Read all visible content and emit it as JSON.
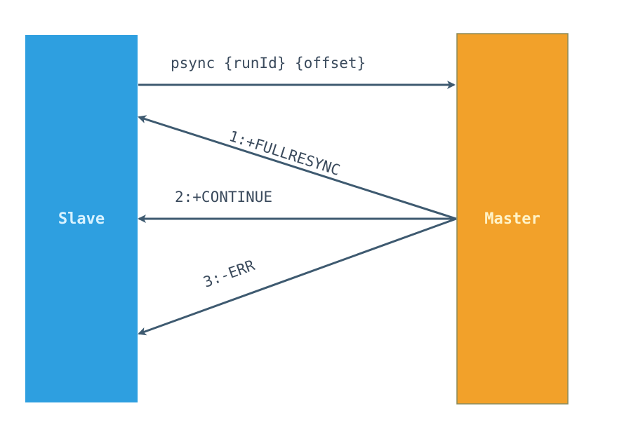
{
  "colors": {
    "slave_fill": "#2e9fe0",
    "slave_text": "#d8f2ff",
    "master_fill": "#f2a12a",
    "master_border": "#8a8a5a",
    "master_text": "#fff3c8",
    "arrow": "#3e5a70",
    "label": "#3a4a5c"
  },
  "nodes": {
    "slave": {
      "label": "Slave"
    },
    "master": {
      "label": "Master"
    }
  },
  "messages": {
    "psync": {
      "label": "psync {runId} {offset}",
      "direction": "slave-to-master"
    },
    "fullresync": {
      "label": "1:+FULLRESYNC",
      "direction": "master-to-slave"
    },
    "continue": {
      "label": "2:+CONTINUE",
      "direction": "master-to-slave"
    },
    "err": {
      "label": "3:-ERR",
      "direction": "master-to-slave"
    }
  }
}
